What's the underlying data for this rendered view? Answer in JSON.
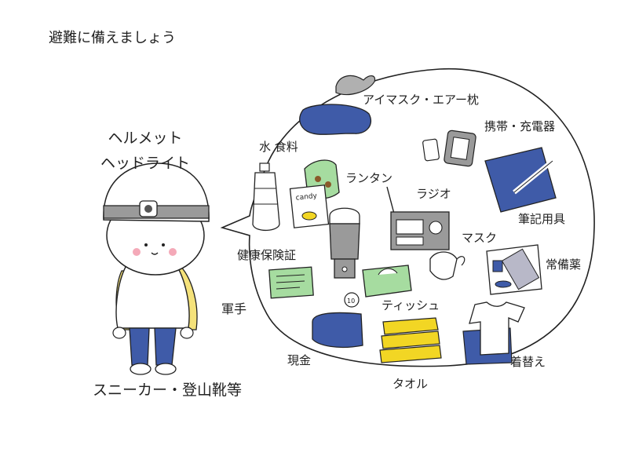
{
  "title": "避難に備えましょう",
  "person": {
    "helmet_label": "ヘルメット",
    "headlight_label": "ヘッドライト",
    "gloves_label": "軍手",
    "shoes_label": "スニーカー・登山靴等"
  },
  "candy_text": "candy",
  "coin_text": "10",
  "items": [
    {
      "key": "eyemask",
      "label": "アイマスク・エアー枕"
    },
    {
      "key": "phone",
      "label": "携帯・充電器"
    },
    {
      "key": "food",
      "label": "水 食料"
    },
    {
      "key": "lantern",
      "label": "ランタン"
    },
    {
      "key": "radio",
      "label": "ラジオ"
    },
    {
      "key": "stationery",
      "label": "筆記用具"
    },
    {
      "key": "mask",
      "label": "マスク"
    },
    {
      "key": "insurance",
      "label": "健康保険証"
    },
    {
      "key": "medicine",
      "label": "常備薬"
    },
    {
      "key": "tissue",
      "label": "ティッシュ"
    },
    {
      "key": "cash",
      "label": "現金"
    },
    {
      "key": "towel",
      "label": "タオル"
    },
    {
      "key": "clothes",
      "label": "着替え"
    }
  ],
  "colors": {
    "blue": "#3f5ba8",
    "green": "#a6dca0",
    "yellow": "#f2d624",
    "gray": "#9a9a9a",
    "cheek": "#f4a9b8",
    "backpack": "#f5e27a"
  }
}
